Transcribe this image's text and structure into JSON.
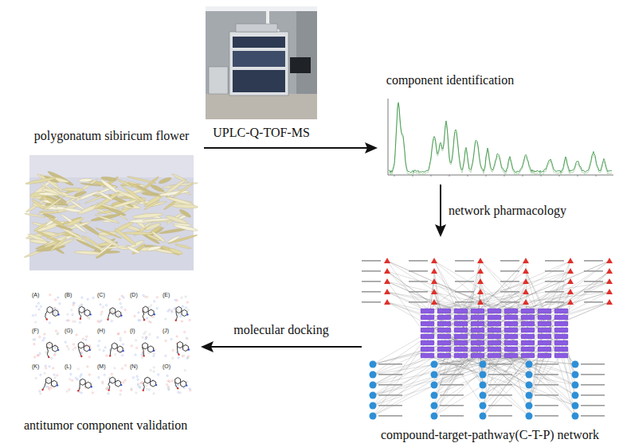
{
  "diagram": {
    "nodes": [
      {
        "text": [
          "polygonatum sibiricum flower"
        ]
      },
      {
        "text": [
          "UPLC-Q-TOF-MS"
        ]
      },
      {
        "text": [
          "component identification"
        ]
      },
      {
        "text": [
          "compound-target-pathway(C-T-P) network"
        ]
      },
      {
        "text": [
          "antitumor component validation"
        ]
      }
    ],
    "edges": [
      {
        "from": 0,
        "to": 2,
        "arrow": "to"
      },
      {
        "from": 2,
        "to": 3,
        "label": "network pharmacology",
        "arrow": "to"
      },
      {
        "from": 3,
        "to": 4,
        "label": "molecular docking",
        "arrow": "to"
      }
    ],
    "labels": [
      "(A)",
      "(B)",
      "(C)",
      "(D)",
      "(E)",
      "(F)",
      "(G)",
      "(H)",
      "(I)",
      "(J)",
      "(K)",
      "(L)",
      "(M)",
      "(N)",
      "(O)"
    ]
  }
}
